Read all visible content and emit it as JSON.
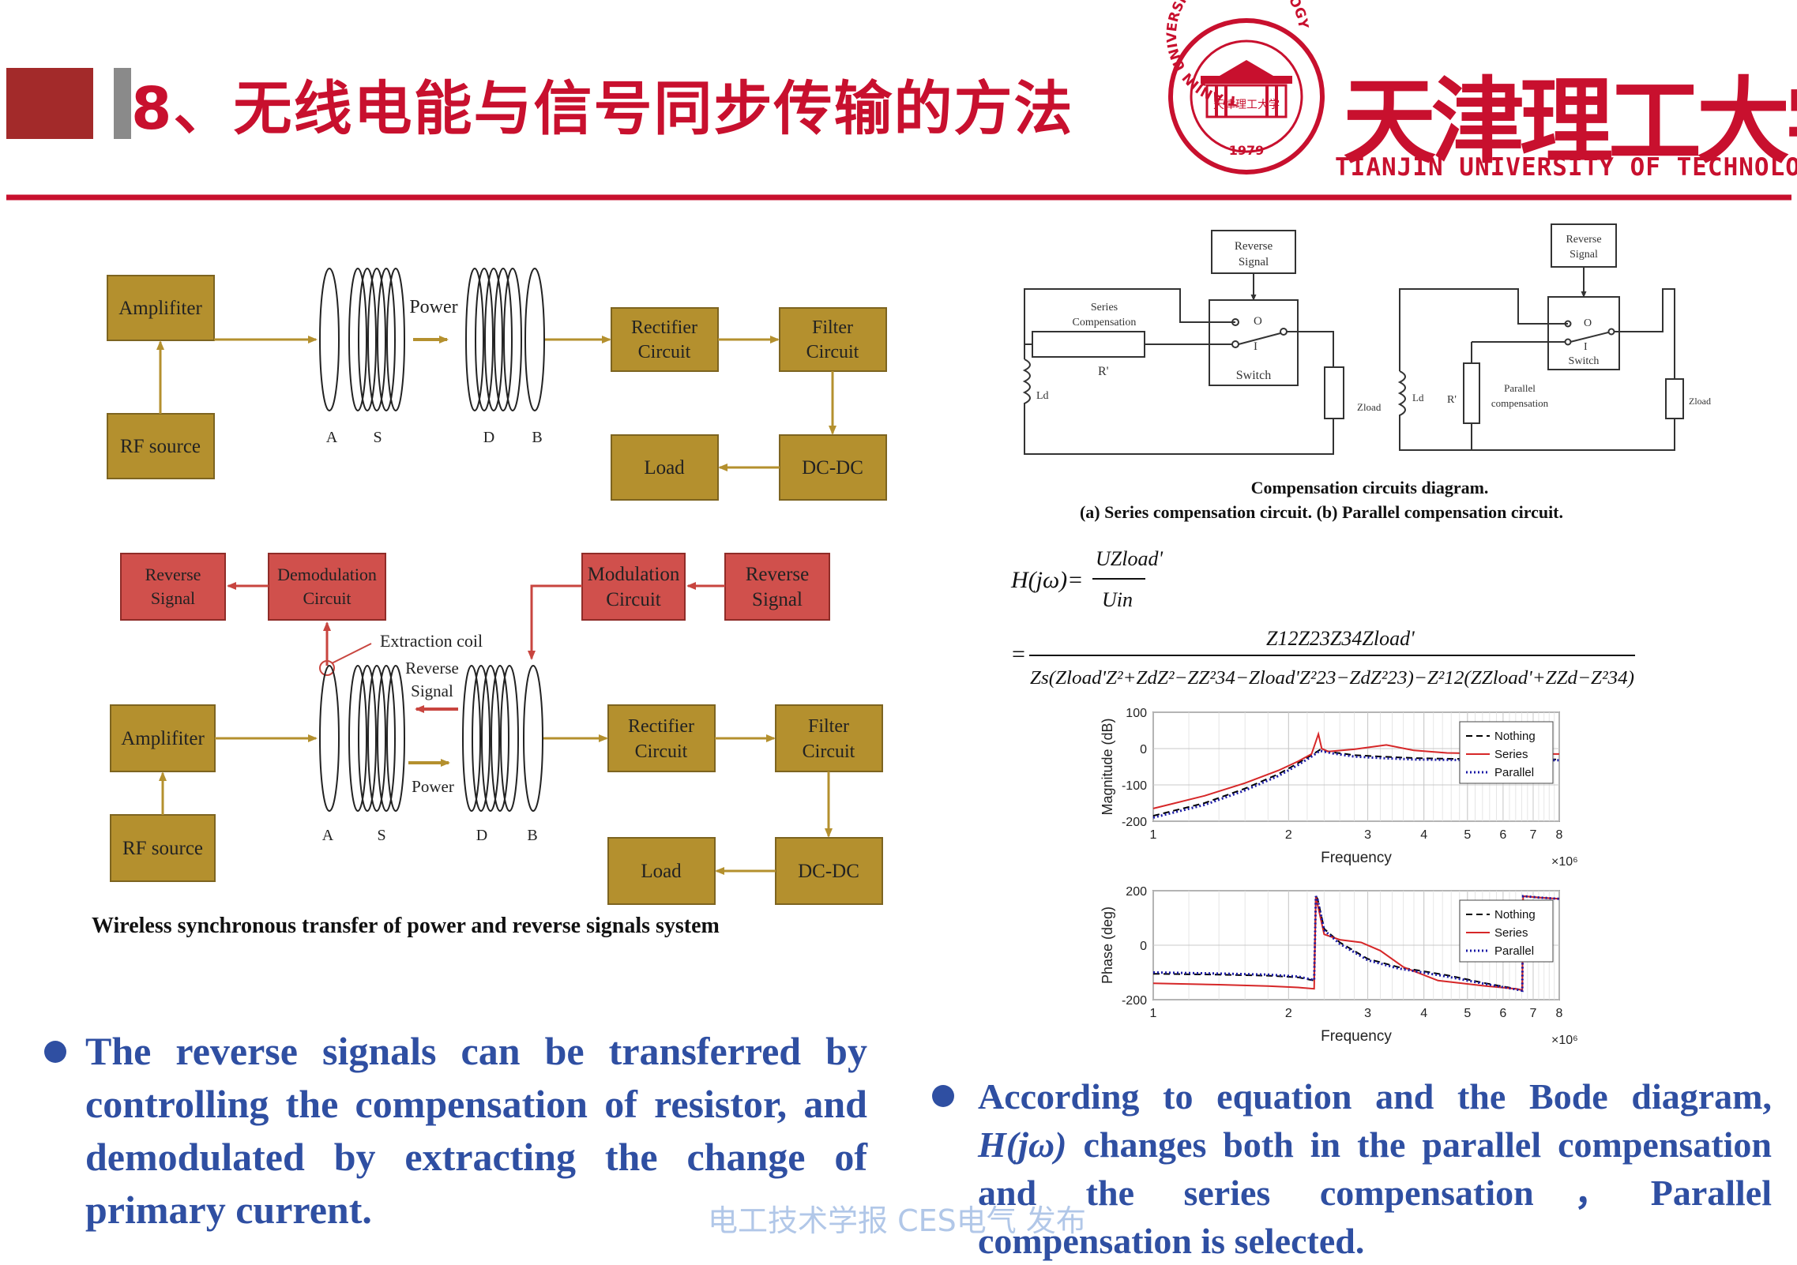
{
  "header": {
    "title": "8、无线电能与信号同步传输的方法",
    "university_cn": "天津理工大学",
    "university_en": "TIANJIN UNIVERSITY OF TECHNOLOGY",
    "seal_ring_text": "TIANJIN UNIVERSITY OF TECHNOLOGY",
    "seal_center": "天津理工大学",
    "seal_year": "1979"
  },
  "top_diagram": {
    "amplifier": "Amplifiter",
    "rf_source": "RF source",
    "power": "Power",
    "coil_a": "A",
    "coil_s": "S",
    "coil_d": "D",
    "coil_b": "B",
    "rectifier": [
      "Rectifier",
      "Circuit"
    ],
    "filter": [
      "Filter",
      "Circuit"
    ],
    "dcdc": "DC-DC",
    "load": "Load"
  },
  "bottom_diagram": {
    "reverse_signal_left": [
      "Reverse",
      "Signal"
    ],
    "demodulation": [
      "Demodulation",
      "Circuit"
    ],
    "modulation": [
      "Modulation",
      "Circuit"
    ],
    "reverse_signal_right": [
      "Reverse",
      "Signal"
    ],
    "extraction_coil": "Extraction coil",
    "reverse_signal_mid": [
      "Reverse",
      "Signal"
    ],
    "amplifier": "Amplifiter",
    "rf_source": "RF source",
    "power": "Power",
    "coil_a": "A",
    "coil_s": "S",
    "coil_d": "D",
    "coil_b": "B",
    "rectifier": [
      "Rectifier",
      "Circuit"
    ],
    "filter": [
      "Filter",
      "Circuit"
    ],
    "dcdc": "DC-DC",
    "load": "Load",
    "caption": "Wireless synchronous transfer of power and reverse signals system"
  },
  "circuits": {
    "a": {
      "reverse": [
        "Reverse",
        "Signal"
      ],
      "series": [
        "Series",
        "Compensation"
      ],
      "r": "R'",
      "ld": "Ld",
      "switch": "Switch",
      "o": "O",
      "i": "I",
      "zload": "Zload"
    },
    "b": {
      "reverse": [
        "Reverse",
        "Signal"
      ],
      "parallel": [
        "Parallel",
        "compensation"
      ],
      "r": "R'",
      "ld": "Ld",
      "switch": "Switch",
      "o": "O",
      "i": "I",
      "zload": "Zload"
    },
    "caption_1": "Compensation circuits diagram.",
    "caption_2": "(a) Series compensation circuit. (b) Parallel compensation circuit."
  },
  "equation": {
    "lhs": "H(jω)=",
    "frac1_num": "UZload'",
    "frac1_den": "Uin",
    "eq2": "=",
    "frac2_num": "Z12Z23Z34Zload'",
    "frac2_den": "Zs(Zload'Z²+ZdZ²−ZZ²34−Zload'Z²23−ZdZ²23)−Z²12(ZZload'+ZZd−Z²34)"
  },
  "chart_data": [
    {
      "type": "line",
      "ylabel": "Magnitude (dB)",
      "xlabel": "Frequency",
      "x_multiplier": "×10⁶",
      "x_scale": "log",
      "xlim": [
        1,
        8
      ],
      "ylim": [
        -200,
        100
      ],
      "xticks": [
        1,
        2,
        3,
        4,
        5,
        6,
        7,
        8
      ],
      "yticks": [
        100,
        0,
        -100,
        -200
      ],
      "grid": true,
      "legend_position": "top-right",
      "series": [
        {
          "name": "Nothing",
          "color": "#000000",
          "style": "dashed",
          "x": [
            1,
            1.3,
            1.6,
            1.9,
            2.1,
            2.25,
            2.35,
            2.5,
            2.8,
            3.2,
            3.8,
            4.5,
            5.5,
            6.5,
            7.5,
            8
          ],
          "y": [
            -185,
            -150,
            -110,
            -70,
            -40,
            -18,
            -3,
            -10,
            -18,
            -22,
            -26,
            -28,
            -29,
            -30,
            -30,
            -30
          ]
        },
        {
          "name": "Series",
          "color": "#d62728",
          "style": "solid",
          "x": [
            1,
            1.3,
            1.6,
            1.9,
            2.1,
            2.25,
            2.33,
            2.37,
            2.45,
            2.8,
            3.3,
            3.8,
            4.5,
            5.5,
            6.5,
            7.5,
            8
          ],
          "y": [
            -165,
            -130,
            -95,
            -60,
            -35,
            -15,
            40,
            0,
            -8,
            -2,
            10,
            -5,
            -12,
            -14,
            -15,
            -15,
            -15
          ]
        },
        {
          "name": "Parallel",
          "color": "#1a1aa6",
          "style": "dotted",
          "x": [
            1,
            1.3,
            1.6,
            1.9,
            2.1,
            2.25,
            2.35,
            2.5,
            2.8,
            3.2,
            3.8,
            4.5,
            5.5,
            6.5,
            7.5,
            8
          ],
          "y": [
            -190,
            -155,
            -115,
            -75,
            -45,
            -22,
            -6,
            -13,
            -22,
            -26,
            -30,
            -31,
            -32,
            -32,
            -32,
            -32
          ]
        }
      ]
    },
    {
      "type": "line",
      "ylabel": "Phase (deg)",
      "xlabel": "Frequency",
      "x_multiplier": "×10⁶",
      "x_scale": "log",
      "xlim": [
        1,
        8
      ],
      "ylim": [
        -200,
        200
      ],
      "xticks": [
        1,
        2,
        3,
        4,
        5,
        6,
        7,
        8
      ],
      "yticks": [
        200,
        0,
        -200
      ],
      "grid": true,
      "legend_position": "top-right",
      "series": [
        {
          "name": "Nothing",
          "color": "#000000",
          "style": "dashed",
          "x": [
            1,
            1.4,
            1.8,
            2.1,
            2.28,
            2.3,
            2.32,
            2.4,
            2.6,
            3.0,
            3.5,
            4.5,
            5.5,
            6.4,
            6.62,
            6.65,
            7.2,
            8
          ],
          "y": [
            -105,
            -108,
            -112,
            -118,
            -130,
            180,
            170,
            60,
            10,
            -50,
            -80,
            -110,
            -140,
            -160,
            -165,
            180,
            175,
            170
          ]
        },
        {
          "name": "Series",
          "color": "#d62728",
          "style": "solid",
          "x": [
            1,
            1.4,
            1.8,
            2.1,
            2.28,
            2.3,
            2.32,
            2.4,
            2.6,
            2.9,
            3.2,
            3.6,
            4.3,
            5.5,
            6.4,
            6.62,
            6.65,
            7.2,
            8
          ],
          "y": [
            -140,
            -145,
            -150,
            -155,
            -160,
            180,
            150,
            40,
            20,
            10,
            -20,
            -80,
            -130,
            -150,
            -160,
            -165,
            180,
            175,
            170
          ]
        },
        {
          "name": "Parallel",
          "color": "#1a1aa6",
          "style": "dotted",
          "x": [
            1,
            1.4,
            1.8,
            2.1,
            2.28,
            2.3,
            2.32,
            2.4,
            2.6,
            3.0,
            3.5,
            4.5,
            5.5,
            6.4,
            6.62,
            6.65,
            7.2,
            8
          ],
          "y": [
            -100,
            -104,
            -108,
            -115,
            -128,
            180,
            168,
            55,
            5,
            -55,
            -85,
            -115,
            -143,
            -162,
            -167,
            180,
            175,
            170
          ]
        }
      ]
    }
  ],
  "text": {
    "left_paragraph": "The reverse signals can be transferred by controlling the compensation of resistor, and demodulated by extracting the change of primary current.",
    "right_paragraph_fn": "H(jω)",
    "right_paragraph_start": "According to equation and the Bode diagram,",
    "right_paragraph_rest": "changes both in the parallel compensation and the series compensation，Parallel compensation is selected.",
    "watermark": "电工技术学报 CES电气 发布"
  },
  "colors": {
    "brand_red": "#c8102e",
    "gold_box": "#b4902e",
    "red_box": "#d0504c",
    "text_blue": "#2f4fa2"
  }
}
